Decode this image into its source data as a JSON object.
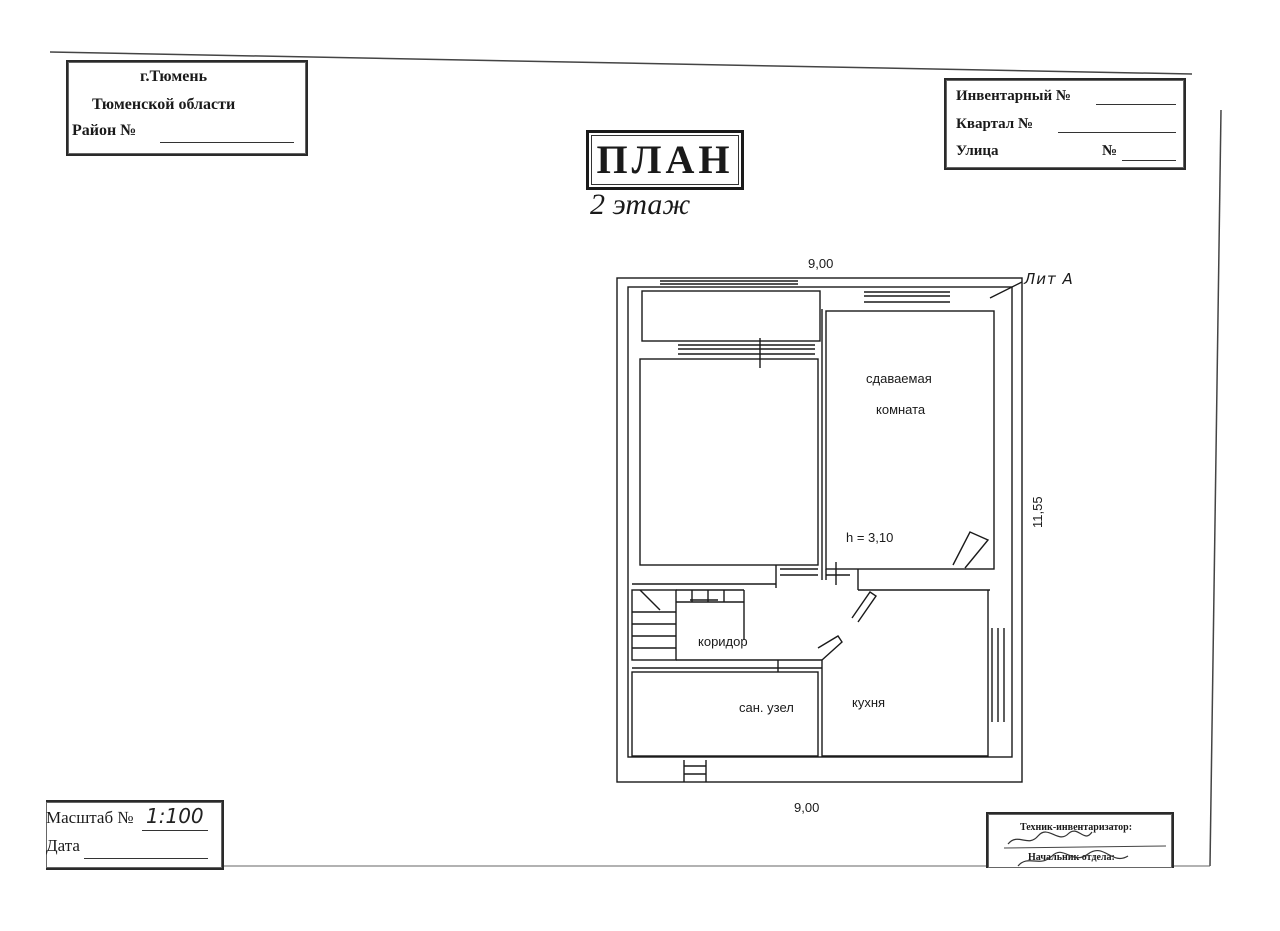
{
  "stamp_city": {
    "line1": "г.Тюмень",
    "line2": "Тюменской области",
    "line3": "Район №"
  },
  "stamp_inventory": {
    "inventory_label": "Инвентарный №",
    "quarter_label": "Квартал №",
    "street_label": "Улица",
    "number_label": "№"
  },
  "title": "ПЛАН",
  "subtitle": "2 этаж",
  "plan": {
    "width_top": "9,00",
    "width_bottom": "9,00",
    "height_side": "11,55",
    "lit": "Лит А",
    "ceiling_height": "h = 3,10",
    "rooms": {
      "rented_room_line1": "сдаваемая",
      "rented_room_line2": "комната",
      "corridor": "коридор",
      "bathroom": "сан. узел",
      "kitchen": "кухня"
    }
  },
  "stamp_scale": {
    "scale_label": "Масштаб №",
    "scale_value": "1:100",
    "date_label": "Дата"
  },
  "stamp_technician": {
    "technician_label": "Техник-инвентаризатор:",
    "head_label": "Начальник отдела:"
  },
  "colors": {
    "ink": "#1a1a1a",
    "paper": "#ffffff"
  }
}
